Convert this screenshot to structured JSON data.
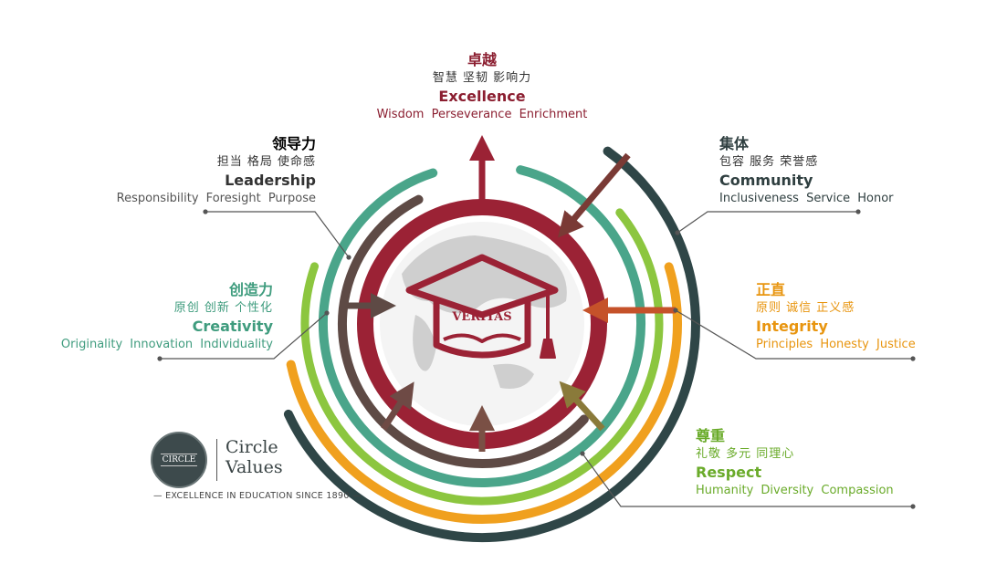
{
  "center": {
    "badge_text": "VERITAS"
  },
  "values": {
    "excellence": {
      "zh_title": "卓越",
      "zh_sub": "智慧 坚韧 影响力",
      "en_title": "Excellence",
      "en_sub": "Wisdom Perseverance Enrichment",
      "color": "#8b1e30"
    },
    "leadership": {
      "zh_title": "领导力",
      "zh_sub": "担当 格局 使命感",
      "en_title": "Leadership",
      "en_sub": "Responsibility Foresight Purpose",
      "color": "#3a3a3a"
    },
    "creativity": {
      "zh_title": "创造力",
      "zh_sub": "原创 创新 个性化",
      "en_title": "Creativity",
      "en_sub": "Originality Innovation Individuality",
      "color": "#3f9c7e"
    },
    "community": {
      "zh_title": "集体",
      "zh_sub": "包容 服务 荣誉感",
      "en_title": "Community",
      "en_sub": "Inclusiveness Service Honor",
      "color": "#2f3f40"
    },
    "integrity": {
      "zh_title": "正直",
      "zh_sub": "原则 诚信 正义感",
      "en_title": "Integrity",
      "en_sub": "Principles Honesty Justice",
      "color": "#e8950f"
    },
    "respect": {
      "zh_title": "尊重",
      "zh_sub": "礼敬 多元 同理心",
      "en_title": "Respect",
      "en_sub": "Humanity Diversity Compassion",
      "color": "#6aab2a"
    }
  },
  "logo": {
    "seal_text": "CIRCLE",
    "name_line1": "Circle",
    "name_line2": "Values",
    "tagline": "— EXCELLENCE IN EDUCATION SINCE 1890 —"
  },
  "colors": {
    "red": "#9b2235",
    "brown": "#5e4a45",
    "teal": "#4aa58a",
    "green": "#8cc63f",
    "orange": "#f0a01e",
    "dark": "#2f4647"
  }
}
